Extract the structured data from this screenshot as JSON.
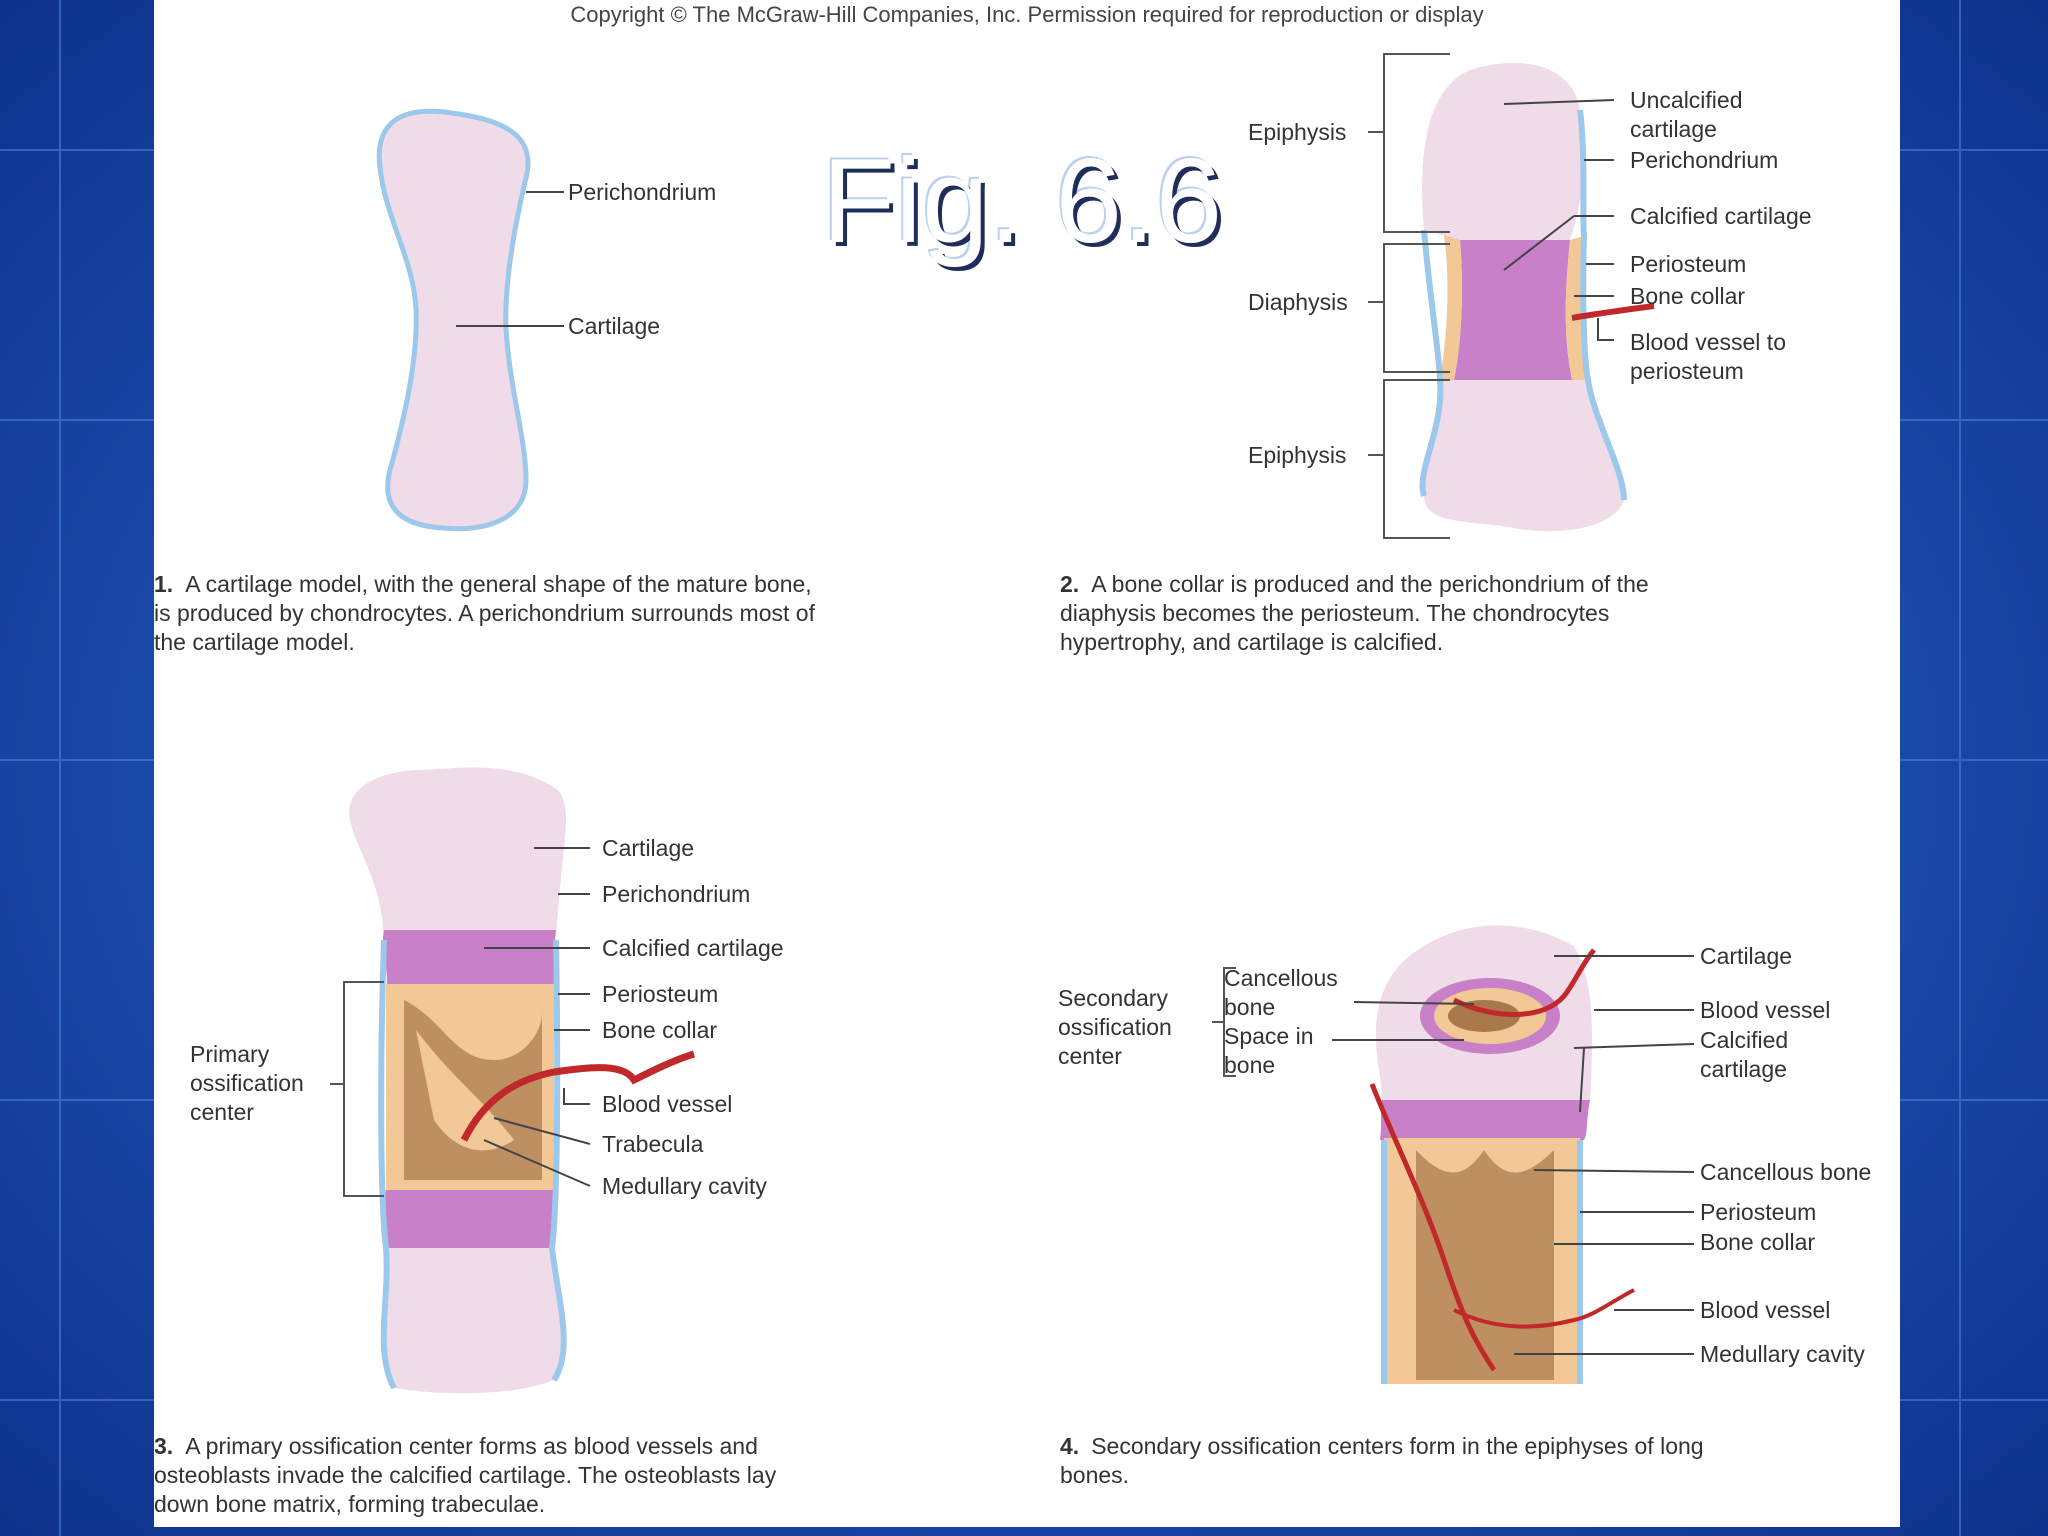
{
  "slide": {
    "title": "Fig. 6.6",
    "copyright": "Copyright © The McGraw-Hill Companies, Inc. Permission required for reproduction or display"
  },
  "panel1": {
    "labels": {
      "perichondrium": "Perichondrium",
      "cartilage": "Cartilage"
    },
    "caption_num": "1.",
    "caption": "A cartilage model, with the general shape of the mature bone, is produced by chondrocytes. A perichondrium surrounds most of the cartilage model."
  },
  "panel2": {
    "labels": {
      "epiphysis_top": "Epiphysis",
      "diaphysis": "Diaphysis",
      "epiphysis_bottom": "Epiphysis",
      "uncalcified": "Uncalcified cartilage",
      "perichondrium": "Perichondrium",
      "calcified": "Calcified cartilage",
      "periosteum": "Periosteum",
      "bone_collar": "Bone collar",
      "blood_vessel": "Blood vessel to periosteum"
    },
    "caption_num": "2.",
    "caption": "A bone collar is produced and the perichondrium of the diaphysis becomes the periosteum. The chondrocytes hypertrophy, and cartilage is calcified."
  },
  "panel3": {
    "labels": {
      "cartilage": "Cartilage",
      "perichondrium": "Perichondrium",
      "calcified": "Calcified cartilage",
      "periosteum": "Periosteum",
      "bone_collar": "Bone collar",
      "blood_vessel": "Blood vessel",
      "trabecula": "Trabecula",
      "medullary": "Medullary cavity",
      "primary": "Primary ossification center"
    },
    "caption_num": "3.",
    "caption": "A primary ossification center forms as blood vessels and osteoblasts invade the calcified cartilage. The osteoblasts lay down bone matrix, forming trabeculae."
  },
  "panel4": {
    "labels": {
      "secondary": "Secondary ossification center",
      "cancellous_bone": "Cancellous bone",
      "space_in_bone": "Space in bone",
      "cartilage": "Cartilage",
      "blood_vessel_top": "Blood vessel",
      "calcified": "Calcified cartilage",
      "cancellous_bone_right": "Cancellous bone",
      "periosteum": "Periosteum",
      "bone_collar": "Bone collar",
      "blood_vessel_bottom": "Blood vessel",
      "medullary": "Medullary cavity"
    },
    "caption_num": "4.",
    "caption": "Secondary ossification centers form in the epiphyses of long bones."
  },
  "colors": {
    "background": "#1f4fb8",
    "cartilage": "#f0dce8",
    "calcified": "#c880c8",
    "periosteum": "#9cc8ec",
    "bone": "#f2c896",
    "marrow": "#a8784a",
    "vessel": "#c0282a"
  }
}
